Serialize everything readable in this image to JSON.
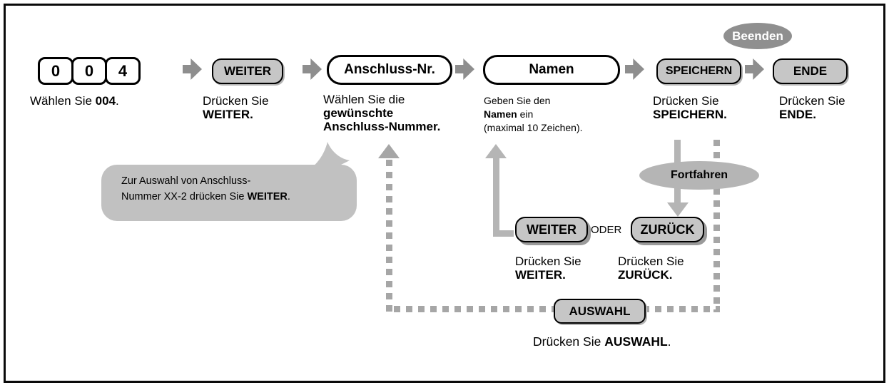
{
  "colors": {
    "button_fill": "#c6c6c6",
    "arrow_gray": "#8e8e8e",
    "dash_gray": "#a6a6a6",
    "bubble_gray": "#c1c1c1",
    "ellipse_dark": "#8f8f8f",
    "ellipse_light": "#b5b5b5"
  },
  "row1": {
    "keys": {
      "k1": "0",
      "k2": "0",
      "k3": "4"
    },
    "weiter": "WEITER",
    "anschluss": "Anschluss-Nr.",
    "namen": "Namen",
    "speichern": "SPEICHERN",
    "ende": "ENDE",
    "beenden": "Beenden"
  },
  "captions": {
    "dial": {
      "prefix": "Wählen Sie ",
      "bold": "004",
      "suffix": "."
    },
    "weiter1": {
      "line1": "Drücken Sie",
      "line2": "WEITER."
    },
    "anschluss": {
      "line1": "Wählen Sie die",
      "line2": "gewünschte",
      "line3": "Anschluss-Nummer."
    },
    "namen": {
      "line1": "Geben Sie den",
      "line2_bold": "Namen",
      "line2_rest": " ein",
      "line3": "(maximal 10 Zeichen)."
    },
    "speichern": {
      "line1": "Drücken Sie",
      "line2": "SPEICHERN."
    },
    "ende": {
      "line1": "Drücken Sie",
      "line2": "ENDE."
    }
  },
  "bubble": {
    "line1": "Zur Auswahl von Anschluss-",
    "line2_prefix": "Nummer XX-2 drücken Sie ",
    "line2_bold": "WEITER",
    "line2_suffix": "."
  },
  "fortfahren": "Fortfahren",
  "row2": {
    "weiter": "WEITER",
    "oder": "ODER",
    "zurueck": "ZURÜCK",
    "cap_weiter": {
      "line1": "Drücken Sie",
      "line2": "WEITER."
    },
    "cap_zurueck": {
      "line1": "Drücken Sie",
      "line2": "ZURÜCK."
    }
  },
  "auswahl": {
    "button": "AUSWAHL",
    "cap_prefix": "Drücken Sie ",
    "cap_bold": "AUSWAHL",
    "cap_suffix": "."
  }
}
